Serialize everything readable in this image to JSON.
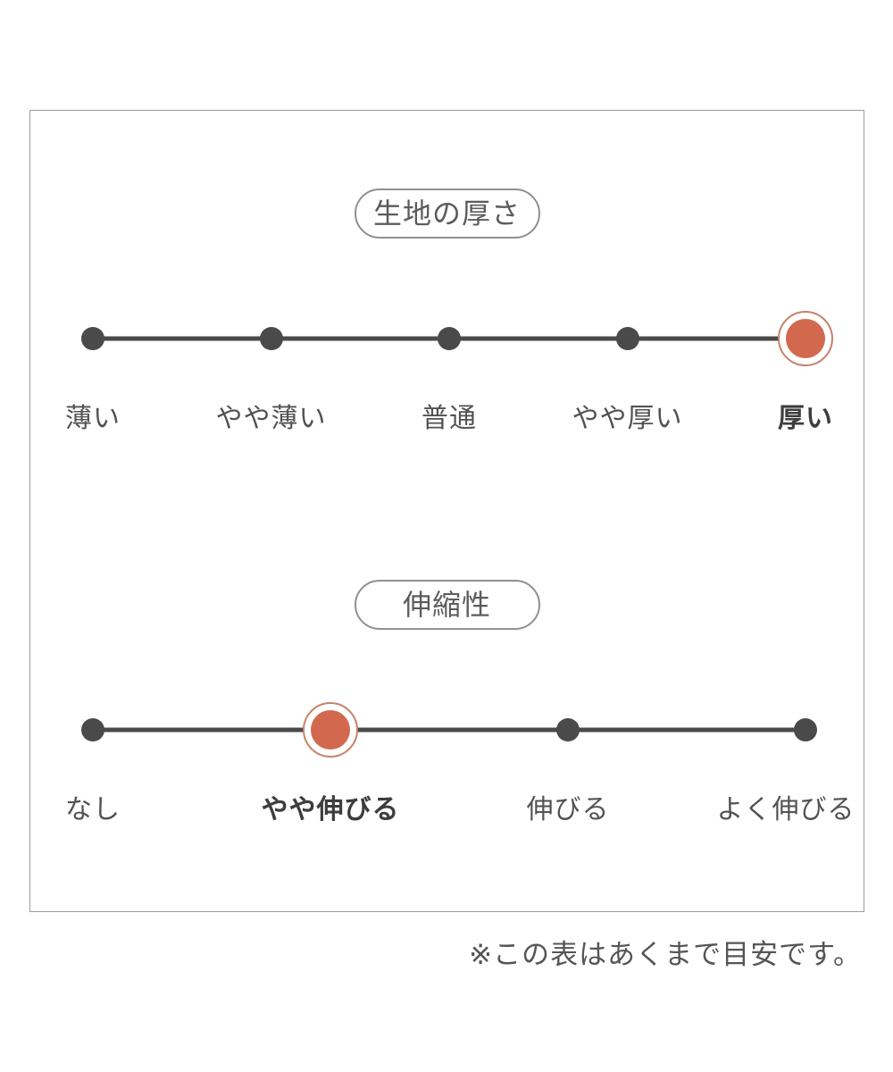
{
  "panel": {
    "scales": [
      {
        "id": "fabric-thickness",
        "title": "生地の厚さ",
        "labels": [
          "薄い",
          "やや薄い",
          "普通",
          "やや厚い",
          "厚い"
        ],
        "selected_index": 4,
        "selected_label": "厚い"
      },
      {
        "id": "stretch",
        "title": "伸縮性",
        "labels": [
          "なし",
          "やや伸びる",
          "伸びる",
          "よく伸びる"
        ],
        "selected_index": 1,
        "selected_label": "やや伸びる"
      }
    ],
    "note": "※この表はあくまで目安です。"
  },
  "colors": {
    "accent": "#d2694e",
    "accent_ring": "#c5826a",
    "dot_dark": "#4a4a4a",
    "label_text": "#525252",
    "box_border": "#9b9b9b"
  },
  "chart_data": [
    {
      "type": "line",
      "title": "生地の厚さ",
      "categories": [
        "薄い",
        "やや薄い",
        "普通",
        "やや厚い",
        "厚い"
      ],
      "selected_index": 4,
      "selected": "厚い",
      "legend_position": "none",
      "grid": false
    },
    {
      "type": "line",
      "title": "伸縮性",
      "categories": [
        "なし",
        "やや伸びる",
        "伸びる",
        "よく伸びる"
      ],
      "selected_index": 1,
      "selected": "やや伸びる",
      "legend_position": "none",
      "grid": false
    }
  ]
}
